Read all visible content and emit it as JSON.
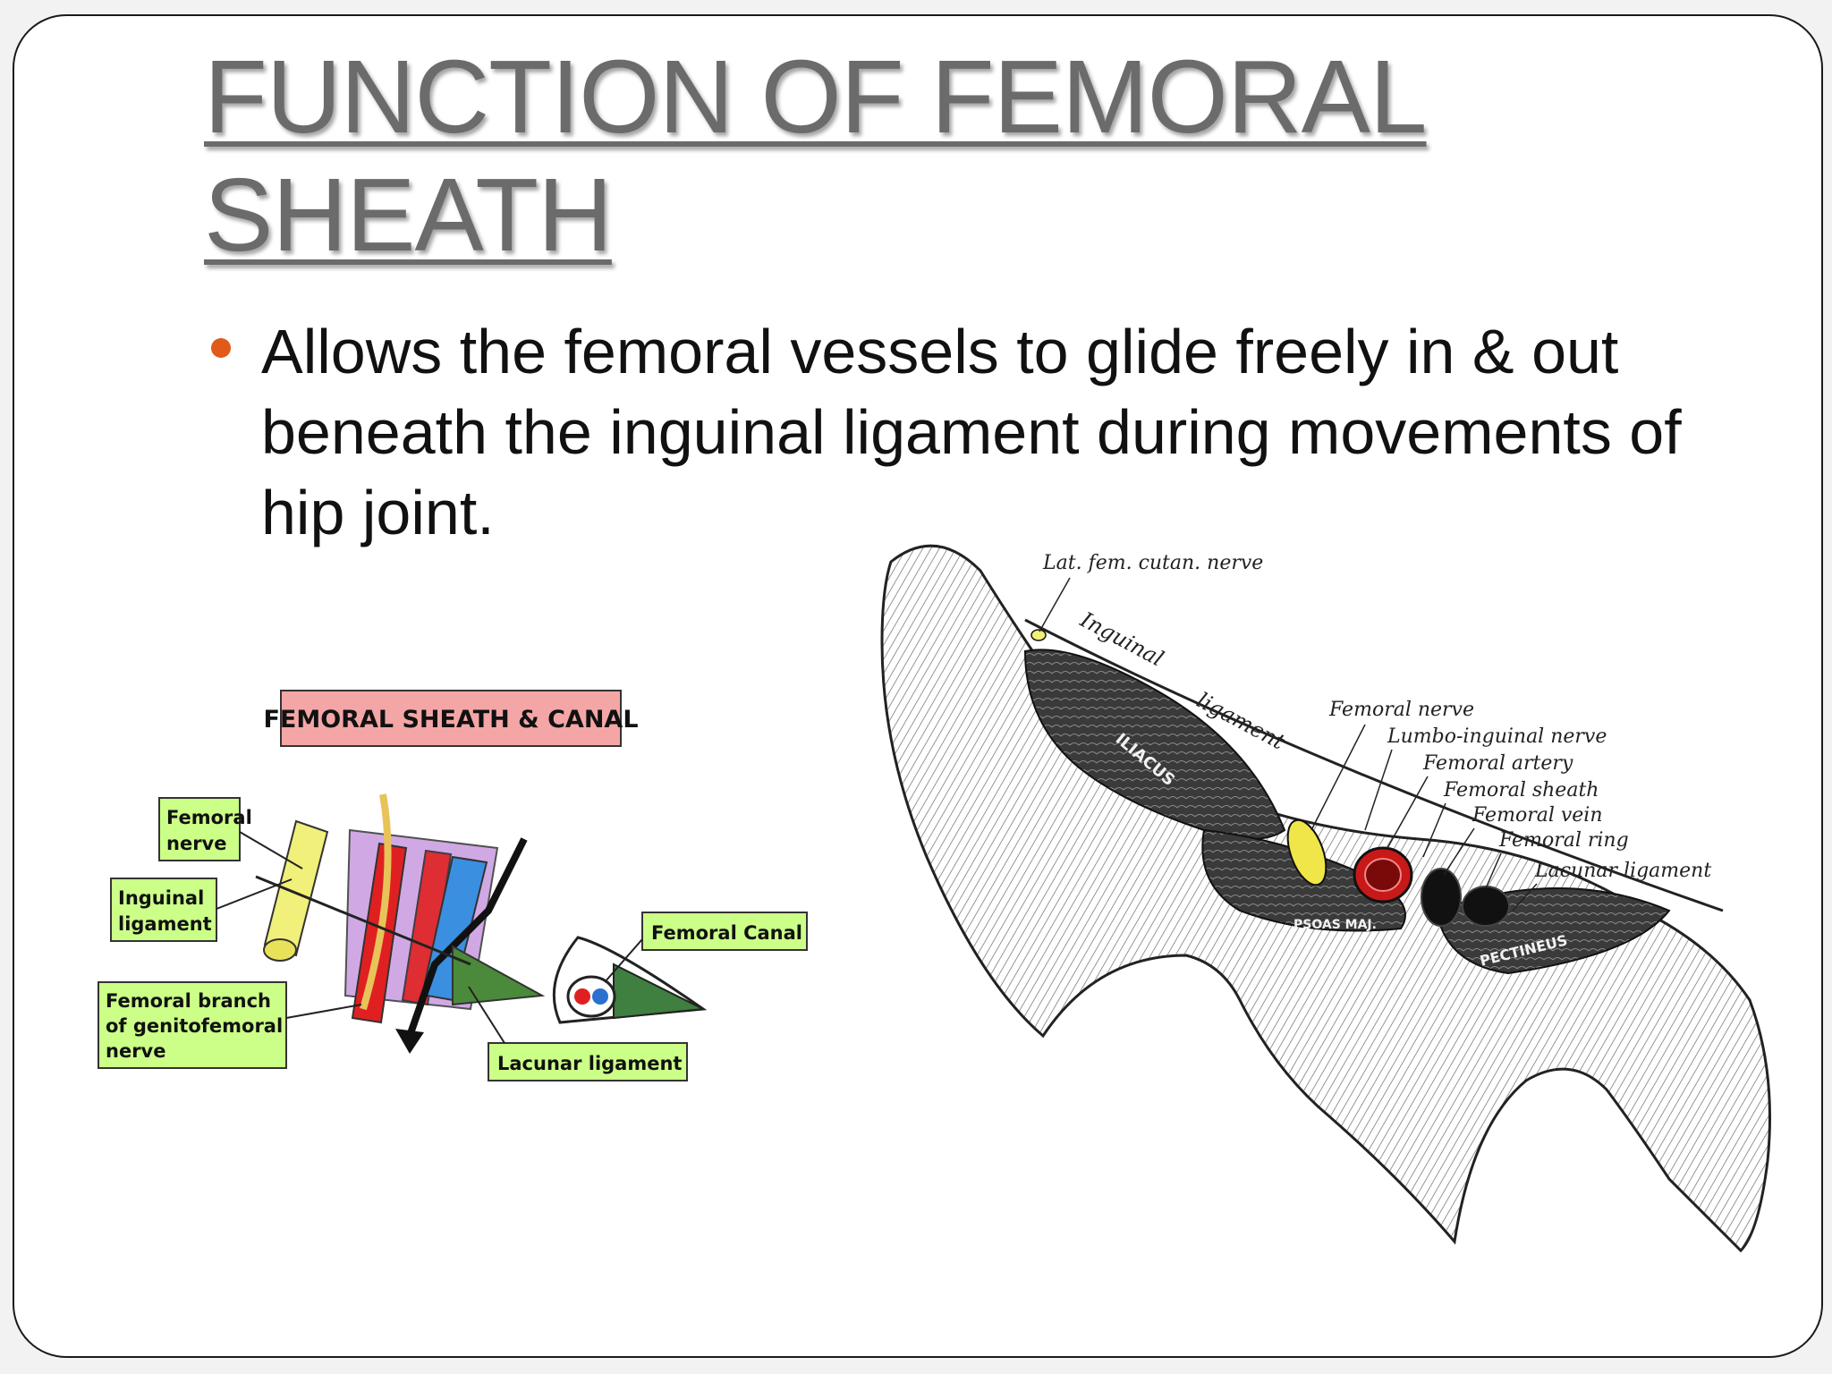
{
  "slide": {
    "title_line1": "FUNCTION OF FEMORAL",
    "title_line2": "SHEATH",
    "bullet": "Allows the femoral vessels to glide freely in & out beneath the inguinal ligament during movements of hip joint."
  },
  "left_figure": {
    "heading": "FEMORAL SHEATH & CANAL",
    "labels": {
      "femoral_nerve_1": "Femoral",
      "femoral_nerve_2": "nerve",
      "inguinal_ligament_1": "Inguinal",
      "inguinal_ligament_2": "ligament",
      "femoral_branch_1": "Femoral branch",
      "femoral_branch_2": "of genitofemoral",
      "femoral_branch_3": "nerve",
      "femoral_canal": "Femoral Canal",
      "lacunar_ligament": "Lacunar ligament"
    }
  },
  "right_figure": {
    "labels": {
      "lat_fem_cutan_nerve": "Lat. fem. cutan. nerve",
      "inguinal": "Inguinal",
      "ligament": "ligament",
      "iliacus": "ILIACUS",
      "psoas_maj": "PSOAS MAJ.",
      "pectineus": "PECTINEUS",
      "femoral_nerve": "Femoral nerve",
      "lumbo_inguinal_nerve": "Lumbo-inguinal nerve",
      "femoral_artery": "Femoral artery",
      "femoral_sheath": "Femoral sheath",
      "femoral_vein": "Femoral vein",
      "femoral_ring": "Femoral ring",
      "lacunar_ligament": "Lacunar ligament"
    }
  },
  "colors": {
    "bullet": "#e15a1a",
    "title": "#6b6b6b",
    "heading_box": "#f4a6a6",
    "label_box": "#ccff88",
    "nerve_yellow": "#f0f07a",
    "artery_red": "#e02020",
    "vein_blue": "#3a8fe0",
    "sheath_purple": "#c89be0"
  }
}
